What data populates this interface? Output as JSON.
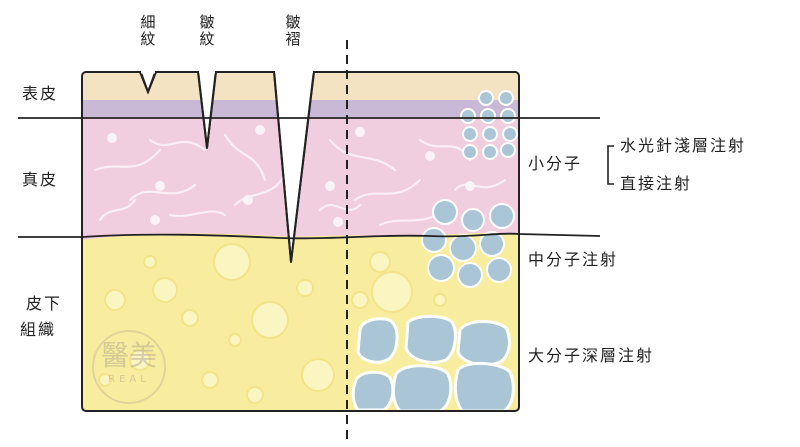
{
  "wrinkles": [
    {
      "id": "fine",
      "chars": [
        "細",
        "紋"
      ]
    },
    {
      "id": "wrinkle",
      "chars": [
        "皺",
        "紋"
      ]
    },
    {
      "id": "fold",
      "chars": [
        "皺",
        "褶"
      ]
    }
  ],
  "layers": {
    "epidermis": "表皮",
    "dermis": "真皮",
    "subcutaneous_line1": "皮下",
    "subcutaneous_line2": "組織"
  },
  "injections": {
    "small_molecule": "小分子",
    "bracket_top": "水光針淺層注射",
    "bracket_bottom": "直接注射",
    "medium": "中分子注射",
    "large": "大分子深層注射"
  },
  "watermark": {
    "glyph": "醫美",
    "text": "REAL"
  },
  "colors": {
    "epidermis": "#f4e3c2",
    "basal": "#c9b8d6",
    "dermis": "#f1cde0",
    "subcutaneous": "#f8ec9e",
    "fat_blob": "#fbf5c2",
    "filler": "#aac6d6"
  }
}
